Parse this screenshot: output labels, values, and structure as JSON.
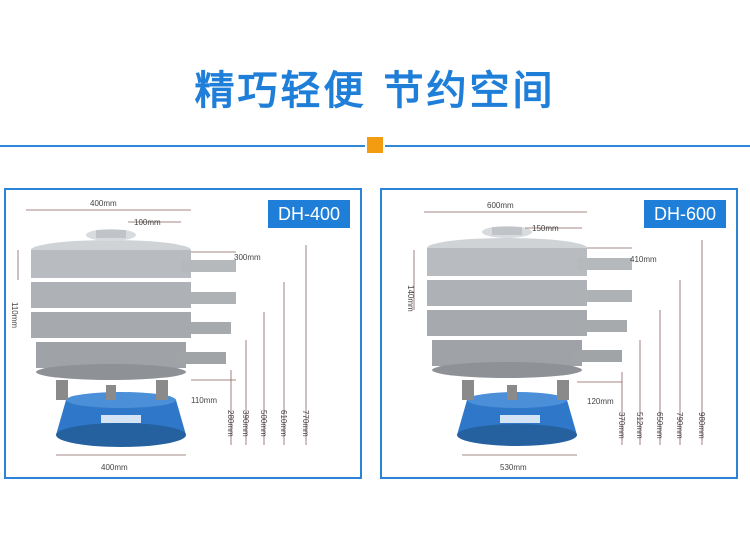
{
  "title": "精巧轻便 节约空间",
  "colors": {
    "accent_blue": "#1f7fd8",
    "divider_mark": "#f39c12",
    "machine_base": "#2f78c9"
  },
  "machines": [
    {
      "model": "DH-400",
      "dimensions": {
        "top_width": "400mm",
        "inlet": "100mm",
        "side_outlet": "300mm",
        "layer_height": "110mm",
        "outlet_bottom": "110mm",
        "heights": [
          "280mm",
          "390mm",
          "500mm",
          "610mm",
          "770mm"
        ],
        "base_width": "400mm"
      }
    },
    {
      "model": "DH-600",
      "dimensions": {
        "top_width": "600mm",
        "inlet": "150mm",
        "side_outlet": "410mm",
        "layer_height": "140mm",
        "outlet_bottom": "120mm",
        "heights": [
          "370mm",
          "512mm",
          "650mm",
          "790mm",
          "980mm"
        ],
        "base_width": "530mm"
      }
    }
  ]
}
